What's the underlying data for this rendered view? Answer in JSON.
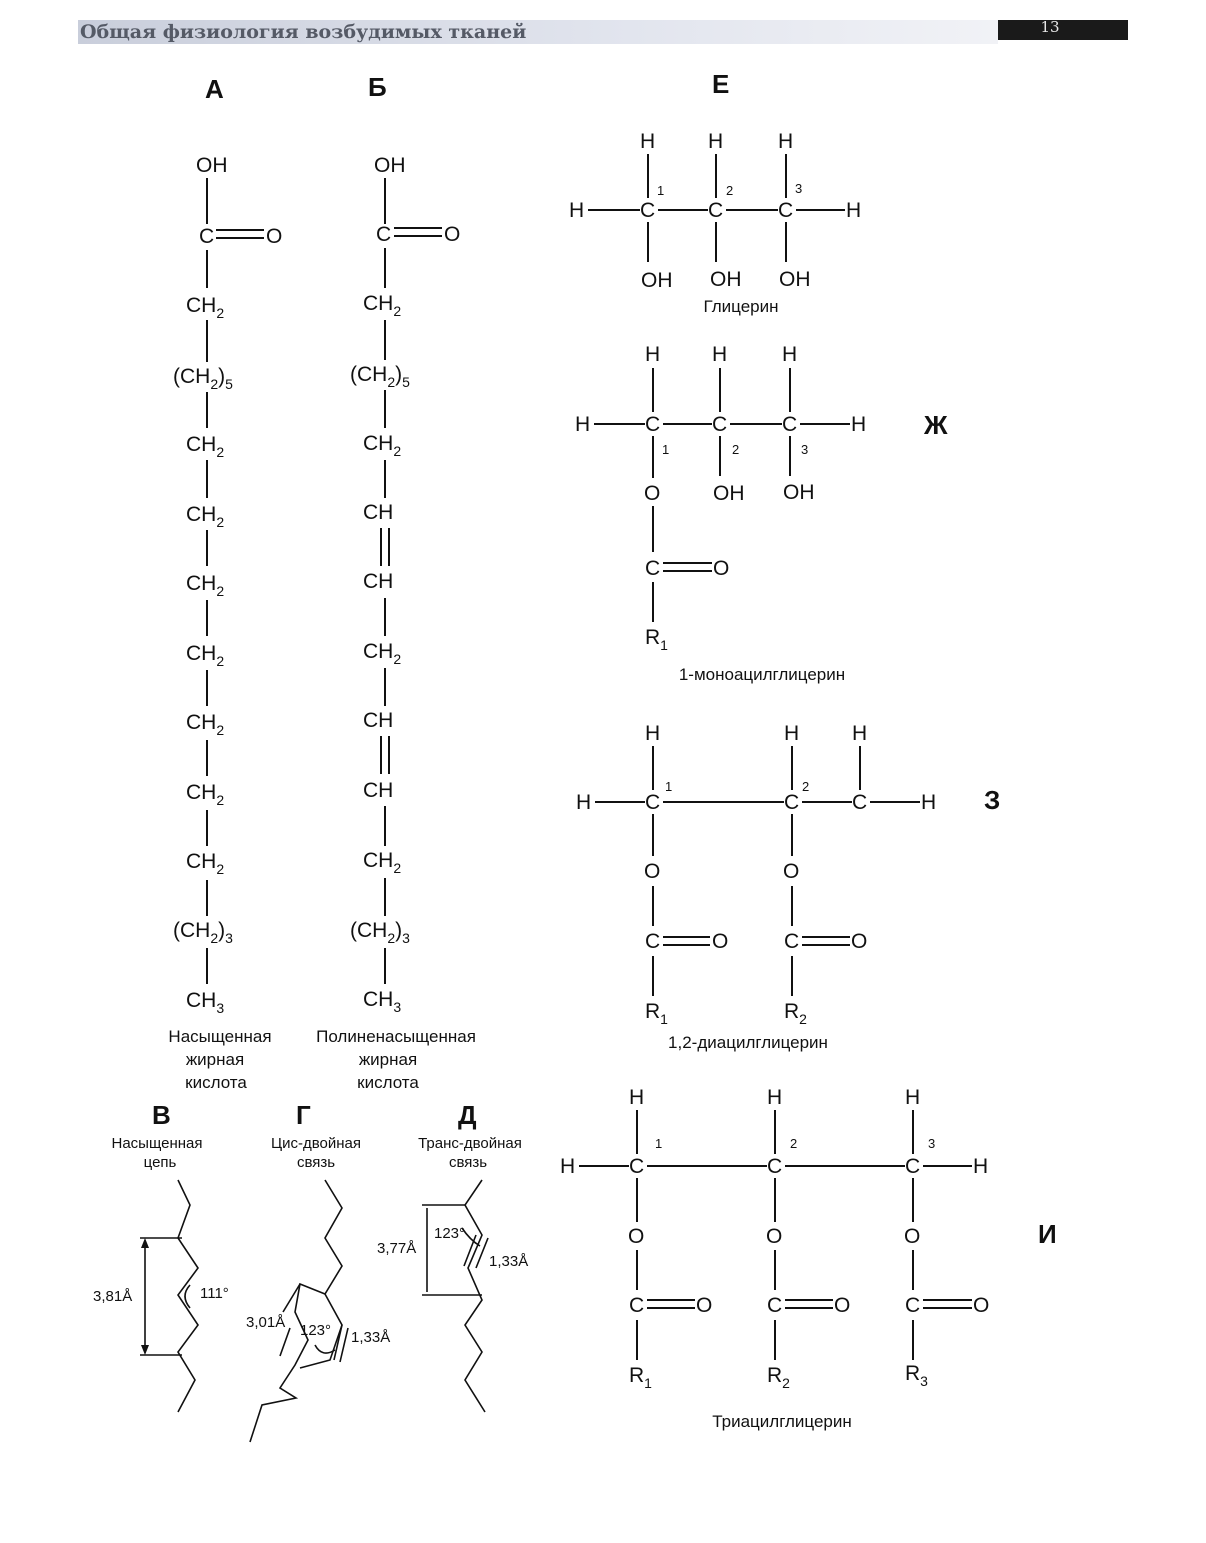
{
  "header": {
    "title": "Общая физиология возбудимых тканей",
    "page_number": "13"
  },
  "labels": {
    "A": "А",
    "B": "Б",
    "V": "В",
    "G": "Г",
    "D": "Д",
    "E": "Е",
    "ZH": "Ж",
    "Z": "З",
    "I": "И"
  },
  "fatty_acids": {
    "atoms": {
      "oh": "OH",
      "c": "C",
      "o": "O",
      "ch": "CH",
      "ch_sym": "CH",
      "sub2": "2",
      "sub3": "3",
      "sub5": "5",
      "paren_open": "(CH",
      "paren_close": ")"
    },
    "saturated_caption": [
      "Насыщенная",
      "жирная",
      "кислота"
    ],
    "polyunsaturated_caption": [
      "Полиненасыщенная",
      "жирная",
      "кислота"
    ]
  },
  "chains": {
    "saturated": {
      "title": [
        "Насыщенная",
        "цепь"
      ],
      "length": "3,81Å",
      "angle": "111°"
    },
    "cis": {
      "title": [
        "Цис-двойная",
        "связь"
      ],
      "length": "3,01Å",
      "angle": "123°",
      "bond": "1,33Å"
    },
    "trans": {
      "title": [
        "Транс-двойная",
        "связь"
      ],
      "length": "3,77Å",
      "angle": "123°",
      "bond": "1,33Å"
    }
  },
  "glycerols": {
    "atoms": {
      "h": "H",
      "c": "C",
      "o": "O",
      "oh": "OH",
      "r": "R",
      "n1": "1",
      "n2": "2",
      "n3": "3"
    },
    "glycerol_caption": "Глицерин",
    "mono_caption": "1-моноацилглицерин",
    "di_caption": "1,2-диацилглицерин",
    "tri_caption": "Триацилглицерин"
  }
}
